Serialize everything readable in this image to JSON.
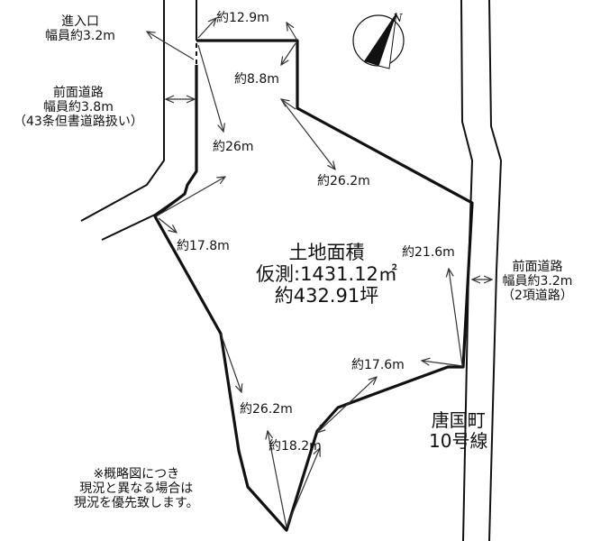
{
  "area": {
    "title": "土地面積",
    "measured": "仮測:1431.12㎡",
    "tsubo": "約432.91坪"
  },
  "entrance": {
    "line1": "進入口",
    "line2": "幅員約3.2m"
  },
  "left_road": {
    "line1": "前面道路",
    "line2": "幅員約3.8m",
    "line3": "（43条但書道路扱い）"
  },
  "right_road": {
    "line1": "前面道路",
    "line2": "幅員約3.2m",
    "line3": "（2項道路）"
  },
  "road_name": {
    "line1": "唐国町",
    "line2": "10号線"
  },
  "dimensions": [
    "約12.9m",
    "約8.8m",
    "約26m",
    "約26.2m",
    "約17.8m",
    "約21.6m",
    "約17.6m",
    "約26.2m",
    "約18.2m"
  ],
  "note": {
    "line1": "※概略図につき",
    "line2": "現況と異なる場合は",
    "line3": "現況を優先致します。"
  },
  "compass": {
    "label": "N"
  }
}
